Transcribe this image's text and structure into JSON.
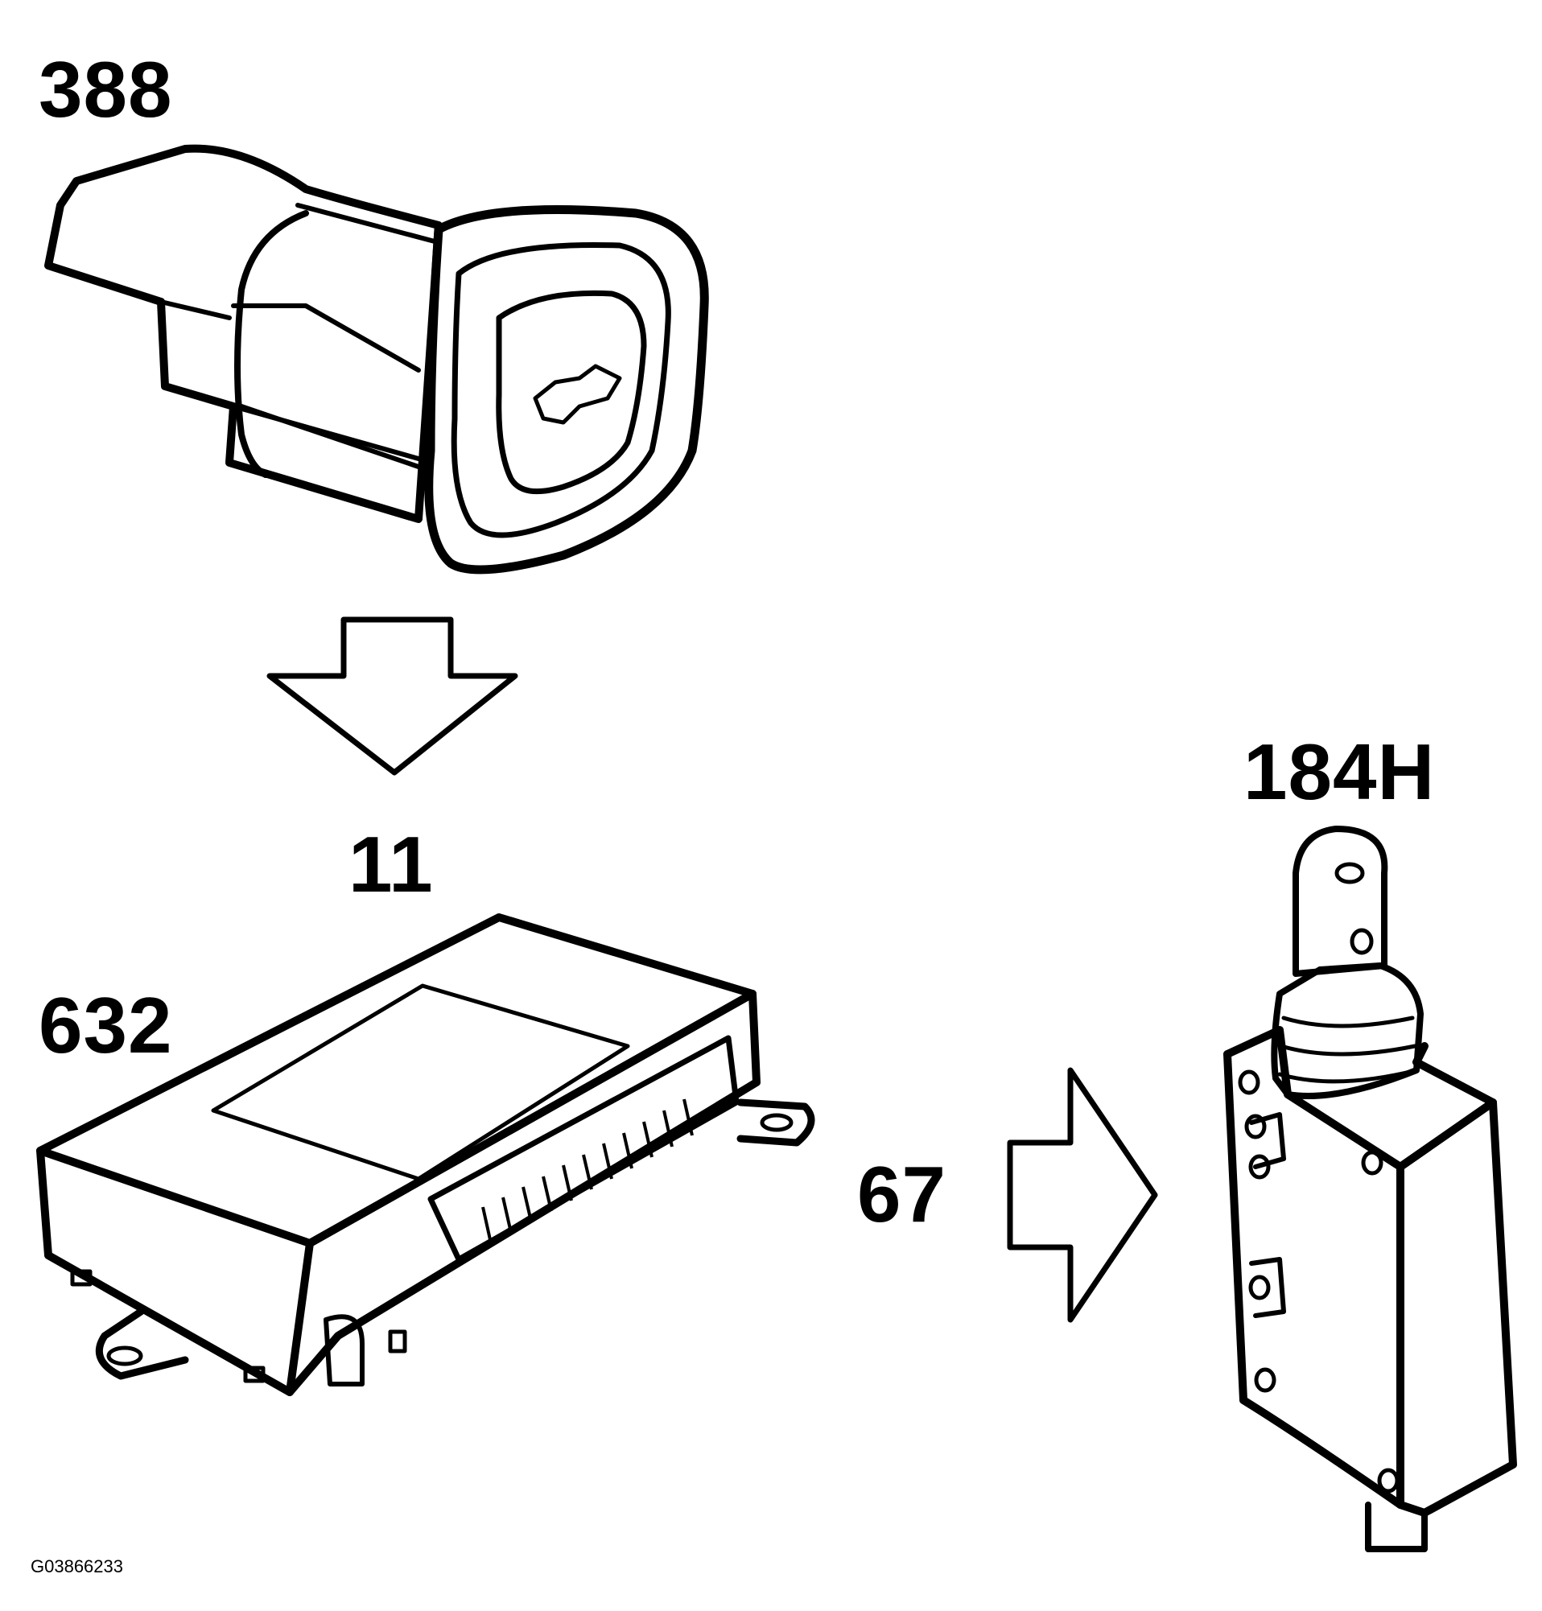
{
  "labels": {
    "switch_part": "388",
    "arrow_top": "11",
    "control_module": "632",
    "arrow_right": "67",
    "actuator_part": "184H"
  },
  "figure_code": "G03866233",
  "colors": {
    "ink": "#000000",
    "paper": "#ffffff"
  },
  "icons": {
    "switch_symbol": "car-trunk-icon"
  }
}
